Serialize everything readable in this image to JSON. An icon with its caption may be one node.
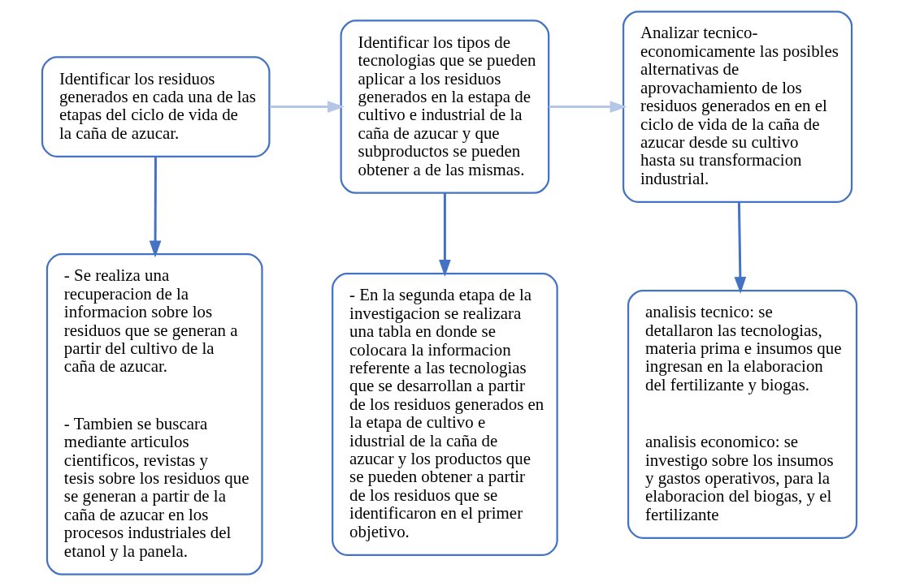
{
  "diagram": {
    "nodes": [
      {
        "text": [
          "Identificar los residuos generados en cada una de las etapas del ciclo de vida de la caña de azucar."
        ]
      },
      {
        "text": [
          "Identificar los tipos de tecnologias que se pueden aplicar a los residuos generados en la estapa de cultivo e industrial de la caña de azucar y que subproductos se pueden obtener a de las mismas."
        ]
      },
      {
        "text": [
          "Analizar tecnico-economicamente las posibles alternativas de aprovachamiento de los residuos generados en en el ciclo de vida de la caña de azucar desde su cultivo hasta su transformacion industrial."
        ]
      },
      {
        "text": [
          "- Se realiza una recuperacion de la informacion sobre los residuos que se generan a partir del cultivo de la caña de azucar.",
          "- Tambien se buscara mediante articulos cientificos, revistas y tesis sobre los residuos que se generan a partir de la caña de azucar en los procesos industriales del etanol y la panela."
        ]
      },
      {
        "text": [
          "- En la segunda etapa de la investigacion se realizara una tabla en donde se colocara la informacion referente a las tecnologias que se desarrollan a partir de los residuos generados en la etapa de cultivo e idustrial de la caña de azucar y los productos que se pueden obtener a partir de los residuos que se identificaron en el primer objetivo."
        ]
      },
      {
        "text": [
          "analisis tecnico: se detallaron las tecnologias, materia prima e insumos que ingresan en la elaboracion del fertilizante y biogas.",
          "analisis economico: se investigo sobre los insumos y gastos operativos, para la elaboracion del biogas, y el fertilizante"
        ]
      }
    ],
    "edges": [
      {
        "from": 0,
        "to": 1,
        "arrow": "to",
        "color": "#b4c7e7"
      },
      {
        "from": 1,
        "to": 2,
        "arrow": "to",
        "color": "#b4c7e7"
      },
      {
        "from": 0,
        "to": 3,
        "arrow": "to"
      },
      {
        "from": 1,
        "to": 4,
        "arrow": "to"
      },
      {
        "from": 2,
        "to": 5,
        "arrow": "to"
      }
    ]
  }
}
